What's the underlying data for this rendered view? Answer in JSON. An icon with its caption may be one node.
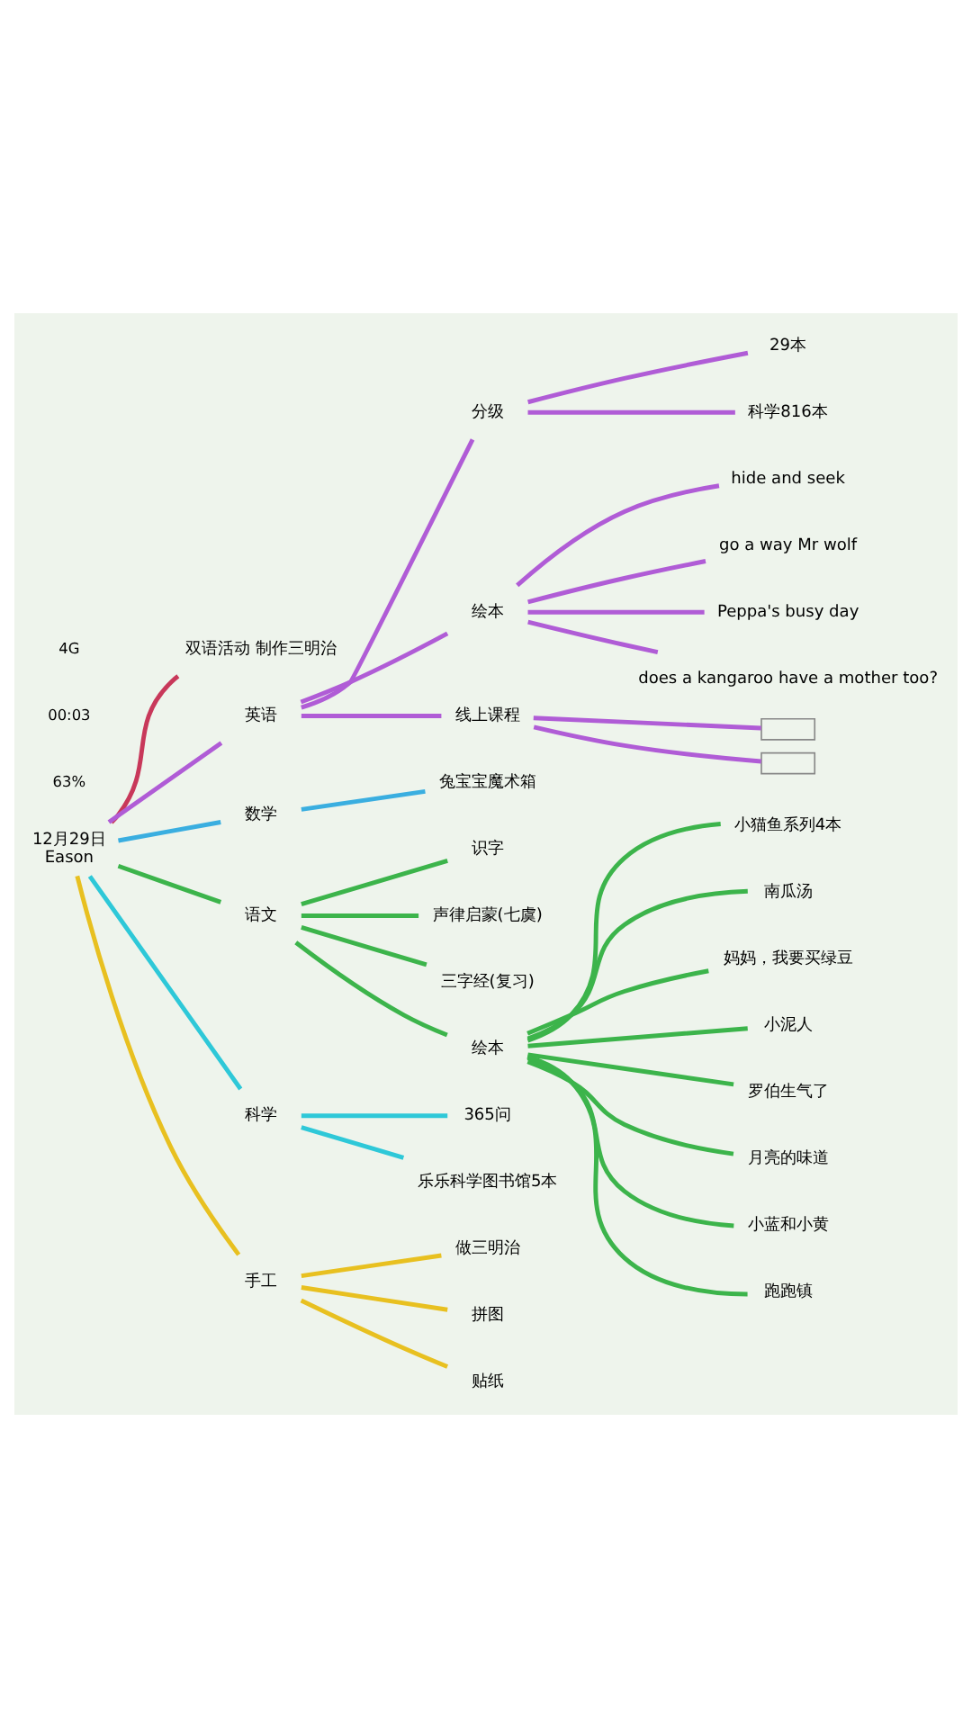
{
  "diagram": {
    "nodes": [
      {
        "text": [
          "12月29日",
          "Eason"
        ]
      },
      {
        "text": [
          "双语活动 制作三明治"
        ]
      },
      {
        "text": [
          "英语"
        ]
      },
      {
        "text": [
          "分级"
        ]
      },
      {
        "text": [
          "29本"
        ]
      },
      {
        "text": [
          "科学816本"
        ]
      },
      {
        "text": [
          "绘本"
        ]
      },
      {
        "text": [
          "hide and seek"
        ]
      },
      {
        "text": [
          "go a way Mr wolf"
        ]
      },
      {
        "text": [
          "Peppa's busy day"
        ]
      },
      {
        "text": [
          "does a kangaroo have a mother too?"
        ]
      },
      {
        "text": [
          "线上课程"
        ]
      },
      {
        "text": [],
        "shape": "box"
      },
      {
        "text": [],
        "shape": "box"
      },
      {
        "text": [
          "数学"
        ]
      },
      {
        "text": [
          "兔宝宝魔术箱"
        ]
      },
      {
        "text": [
          "语文"
        ]
      },
      {
        "text": [
          "识字"
        ]
      },
      {
        "text": [
          "声律启蒙(七虞)"
        ]
      },
      {
        "text": [
          "三字经(复习)"
        ]
      },
      {
        "text": [
          "绘本"
        ]
      },
      {
        "text": [
          "小猫鱼系列4本"
        ]
      },
      {
        "text": [
          "南瓜汤"
        ]
      },
      {
        "text": [
          "妈妈，我要买绿豆"
        ]
      },
      {
        "text": [
          "小泥人"
        ]
      },
      {
        "text": [
          "罗伯生气了"
        ]
      },
      {
        "text": [
          "月亮的味道"
        ]
      },
      {
        "text": [
          "小蓝和小黄"
        ]
      },
      {
        "text": [
          "跑跑镇"
        ]
      },
      {
        "text": [
          "科学"
        ]
      },
      {
        "text": [
          "365问"
        ]
      },
      {
        "text": [
          "乐乐科学图书馆5本"
        ]
      },
      {
        "text": [
          "手工"
        ]
      },
      {
        "text": [
          "做三明治"
        ]
      },
      {
        "text": [
          "拼图"
        ]
      },
      {
        "text": [
          "贴纸"
        ]
      }
    ],
    "edges": [
      {
        "from": 0,
        "to": 1,
        "arrow": "none",
        "color": "#c8385a"
      },
      {
        "from": 0,
        "to": 2,
        "arrow": "none",
        "color": "#b05cd6"
      },
      {
        "from": 2,
        "to": 3,
        "arrow": "none",
        "color": "#b05cd6"
      },
      {
        "from": 3,
        "to": 4,
        "arrow": "none",
        "color": "#b05cd6"
      },
      {
        "from": 3,
        "to": 5,
        "arrow": "none",
        "color": "#b05cd6"
      },
      {
        "from": 2,
        "to": 6,
        "arrow": "none",
        "color": "#b05cd6"
      },
      {
        "from": 6,
        "to": 7,
        "arrow": "none",
        "color": "#b05cd6"
      },
      {
        "from": 6,
        "to": 8,
        "arrow": "none",
        "color": "#b05cd6"
      },
      {
        "from": 6,
        "to": 9,
        "arrow": "none",
        "color": "#b05cd6"
      },
      {
        "from": 6,
        "to": 10,
        "arrow": "none",
        "color": "#b05cd6"
      },
      {
        "from": 2,
        "to": 11,
        "arrow": "none",
        "color": "#b05cd6"
      },
      {
        "from": 11,
        "to": 12,
        "arrow": "none",
        "color": "#b05cd6"
      },
      {
        "from": 11,
        "to": 13,
        "arrow": "none",
        "color": "#b05cd6"
      },
      {
        "from": 0,
        "to": 14,
        "arrow": "none",
        "color": "#3aaee0"
      },
      {
        "from": 14,
        "to": 15,
        "arrow": "none",
        "color": "#3aaee0"
      },
      {
        "from": 0,
        "to": 16,
        "arrow": "none"
      },
      {
        "from": 16,
        "to": 17,
        "arrow": "none"
      },
      {
        "from": 16,
        "to": 18,
        "arrow": "none"
      },
      {
        "from": 16,
        "to": 19,
        "arrow": "none"
      },
      {
        "from": 16,
        "to": 20,
        "arrow": "none"
      },
      {
        "from": 20,
        "to": 21,
        "arrow": "none"
      },
      {
        "from": 20,
        "to": 22,
        "arrow": "none"
      },
      {
        "from": 20,
        "to": 23,
        "arrow": "none"
      },
      {
        "from": 20,
        "to": 24,
        "arrow": "none"
      },
      {
        "from": 20,
        "to": 25,
        "arrow": "none"
      },
      {
        "from": 20,
        "to": 26,
        "arrow": "none"
      },
      {
        "from": 20,
        "to": 27,
        "arrow": "none"
      },
      {
        "from": 20,
        "to": 28,
        "arrow": "none"
      },
      {
        "from": 0,
        "to": 29,
        "arrow": "none",
        "color": "#2ec8d8"
      },
      {
        "from": 29,
        "to": 30,
        "arrow": "none",
        "color": "#2ec8d8"
      },
      {
        "from": 29,
        "to": 31,
        "arrow": "none",
        "color": "#2ec8d8"
      },
      {
        "from": 0,
        "to": 32,
        "arrow": "none",
        "color": "#e8c020"
      },
      {
        "from": 32,
        "to": 33,
        "arrow": "none",
        "color": "#e8c020"
      },
      {
        "from": 32,
        "to": 34,
        "arrow": "none",
        "color": "#e8c020"
      },
      {
        "from": 32,
        "to": 35,
        "arrow": "none",
        "color": "#e8c020"
      }
    ],
    "labels": [
      "4G",
      "00:03",
      "63%"
    ]
  }
}
